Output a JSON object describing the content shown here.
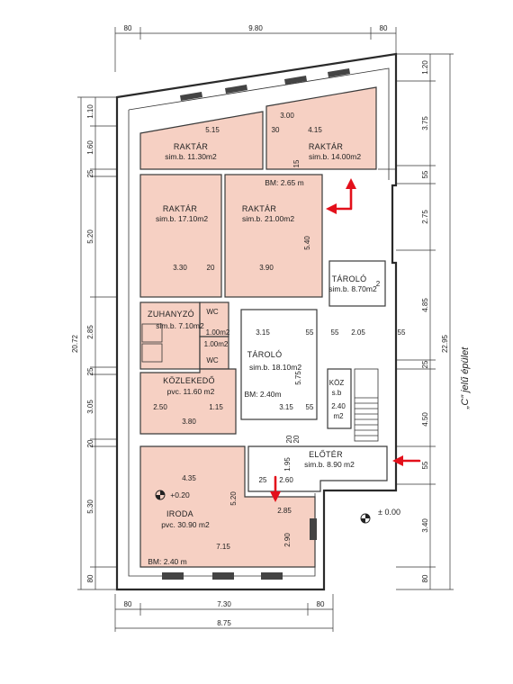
{
  "building_label": "„C” jelű épület",
  "dims_top": {
    "left": "80",
    "middle": "9.80",
    "right": "80"
  },
  "dims_bottom": {
    "left": "80",
    "middle": "7.30",
    "right": "80",
    "total": "8.75"
  },
  "dims_left_total": "20.72",
  "dims_left": [
    "1.10",
    "1.60",
    "25",
    "5.20",
    "2.85",
    "25",
    "3.05",
    "20",
    "5.30",
    "80"
  ],
  "dims_right_total": "22.95",
  "dims_right": [
    "1.20",
    "3.75",
    "55",
    "2.75",
    "4.85",
    "25",
    "4.50",
    "55",
    "3.40",
    "80"
  ],
  "level_mark": "± 0.00",
  "rooms": [
    {
      "id": "raktar-1",
      "name": "RAKTÁR",
      "area": "sim.b. 11.30m2",
      "dim_top": "5.15"
    },
    {
      "id": "raktar-2",
      "name": "RAKTÁR",
      "area": "sim.b. 14.00m2",
      "dim_top": "4.15",
      "dim_left": "3.00",
      "dim_mid": "30",
      "dim_v": "15"
    },
    {
      "id": "raktar-3",
      "name": "RAKTÁR",
      "area": "sim.b. 17.10m2",
      "dim_bottom": "3.30",
      "dim_bottom2": "20"
    },
    {
      "id": "raktar-4",
      "name": "RAKTÁR",
      "area": "sim.b. 21.00m2",
      "height": "BM: 2.65 m",
      "dim_bottom": "3.90",
      "dim_v": "5.40"
    },
    {
      "id": "taroló-1",
      "name": "TÁROLÓ",
      "area": "sim.b. 8.70m2"
    },
    {
      "id": "zuhanyzo",
      "name": "ZUHANYZÓ",
      "area": "sim.b. 7.10m2",
      "wc1": "WC",
      "wc1_area": "1.00m2",
      "wc2": "WC",
      "wc2_area": "1.00m2"
    },
    {
      "id": "taroló-2",
      "name": "TÁROLÓ",
      "area": "sim.b. 18.10m2",
      "height": "BM: 2.40m",
      "dim_top": "3.15",
      "dim_bottom": "3.15",
      "dim_v": "5.75",
      "dim_side": "55",
      "dim_side2": "55"
    },
    {
      "id": "kozlekedo",
      "name": "KÖZLEKEDŐ",
      "area": "pvc. 11.60 m2",
      "dim_a": "2.50",
      "dim_b": "1.15",
      "dim_c": "3.80"
    },
    {
      "id": "koz",
      "name": "KÖZ",
      "area": "s.b",
      "dim": "2.40",
      "unit": "m2"
    },
    {
      "id": "eloter",
      "name": "ELŐTÉR",
      "area": "sim.b. 8.90 m2",
      "dim_a": "1.95",
      "dim_b": "25",
      "dim_c": "2.60",
      "dim_d": "20",
      "dim_e": "20"
    },
    {
      "id": "iroda",
      "name": "IRODA",
      "area": "pvc. 30.90 m2",
      "height": "BM: 2.40 m",
      "dim_top": "4.35",
      "dim_bottom": "7.15",
      "dim_v": "5.20",
      "dim_small": "2.85",
      "dim_small_v": "2.90",
      "level": "+0.20"
    }
  ],
  "corridor_dims": {
    "a": "2.05",
    "b": "55",
    "c": "55",
    "d": "2",
    "e": "55"
  },
  "arrows": [
    "entrance-arrow-top",
    "entrance-arrow-right",
    "entrance-arrow-bottom"
  ],
  "colors": {
    "room_fill": "#f6d0c3",
    "arrow": "#e3101b"
  }
}
